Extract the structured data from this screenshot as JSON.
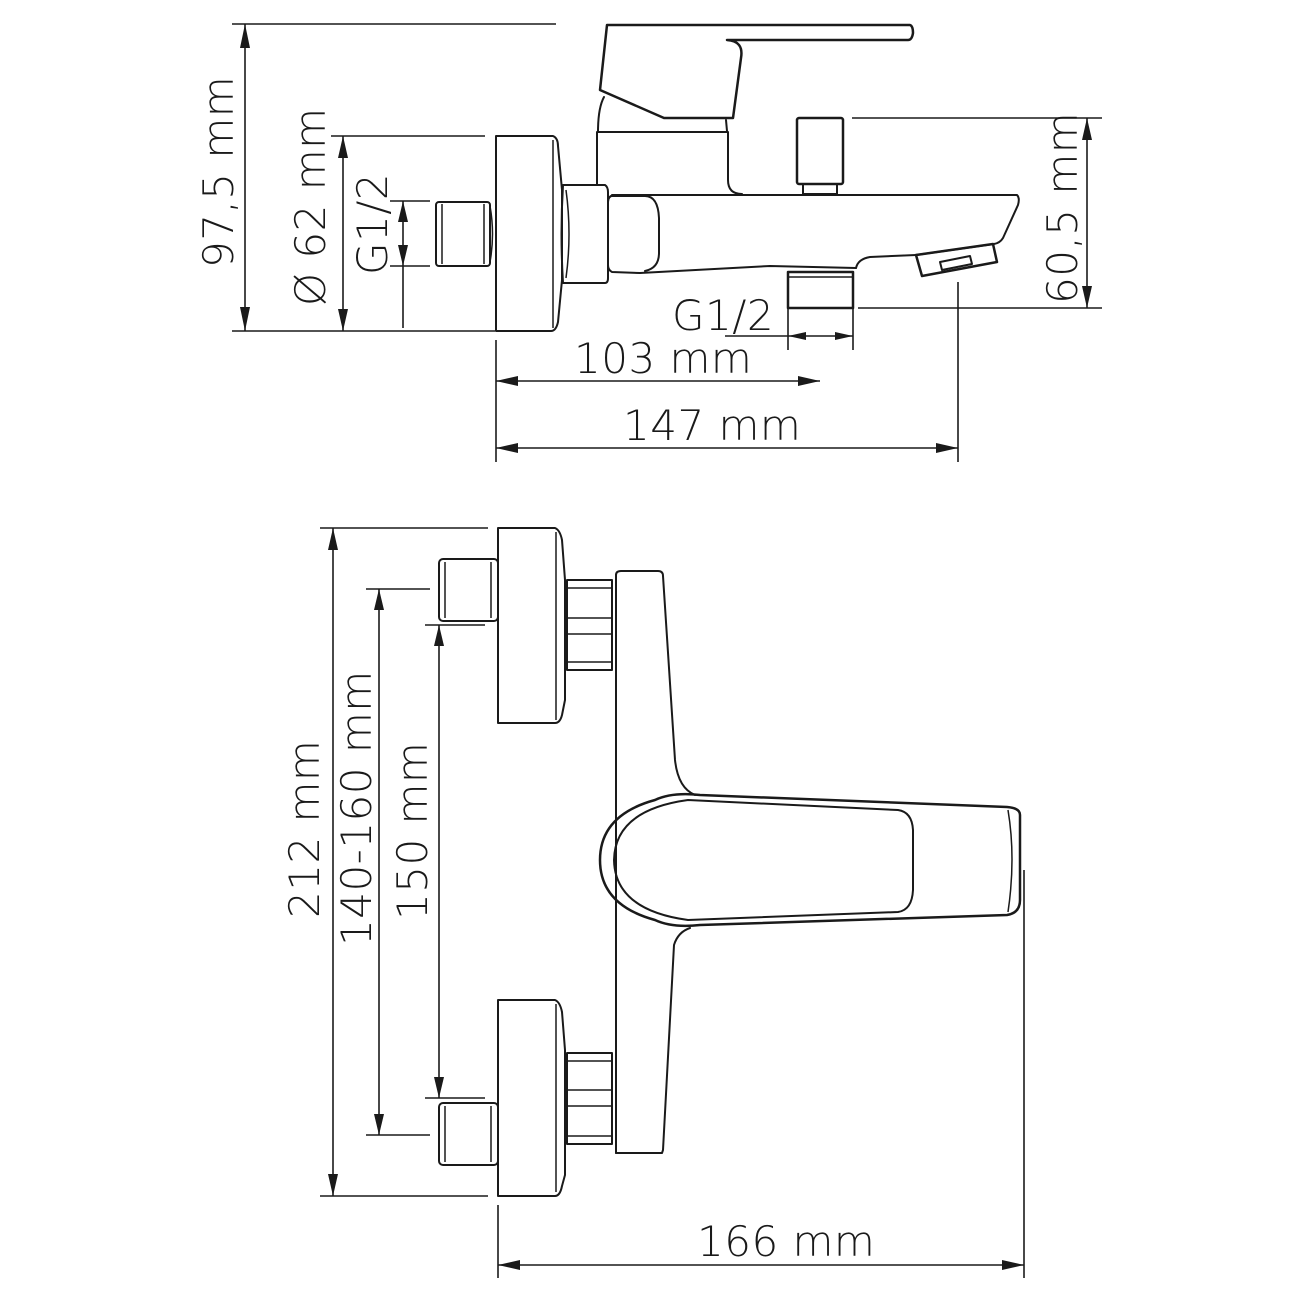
{
  "drawing": {
    "subject": "wall-mounted bath mixer",
    "line_color": "#1a1a1a",
    "background": "#ffffff"
  },
  "side_view": {
    "dimensions": {
      "total_height": "97,5 mm",
      "flange_diameter": "Ø 62 mm",
      "inlet_thread": "G1/2",
      "spout_height": "60,5 mm",
      "outlet_thread": "G1/2",
      "outlet_projection": "103 mm",
      "spout_projection": "147 mm"
    }
  },
  "top_view": {
    "dimensions": {
      "total_height": "212 mm",
      "center_distance_range": "140-160 mm",
      "center_distance_nominal": "150 mm",
      "total_width": "166 mm"
    }
  }
}
